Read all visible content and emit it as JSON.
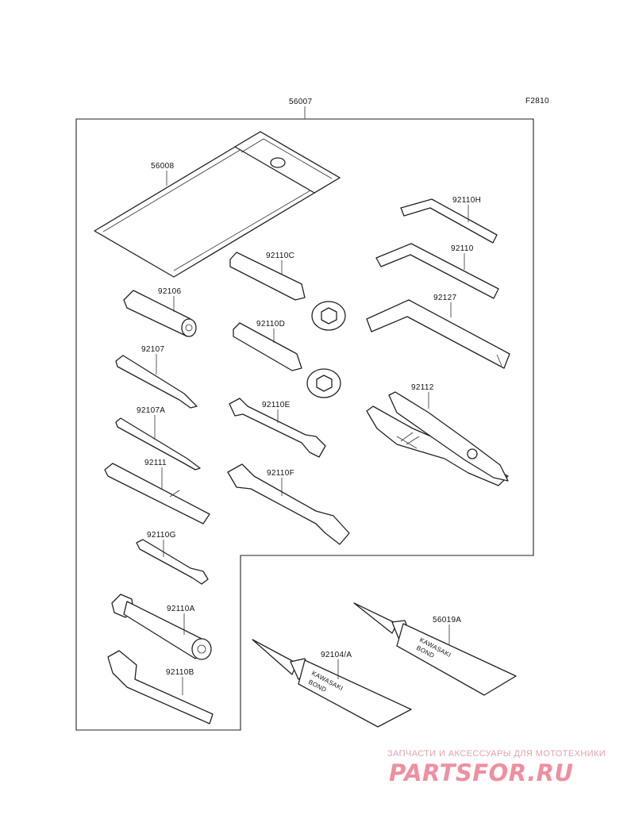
{
  "figure_code": "F2810",
  "parts": {
    "toolkit": "56007",
    "pouch": "56008",
    "hex_key_small": "92110H",
    "hex_key_medium": "92110",
    "hex_key_large": "92127",
    "box_wrench_c": "92110C",
    "box_wrench_d": "92110D",
    "open_wrench_e": "92110E",
    "open_wrench_f": "92110F",
    "pliers": "92112",
    "plug_wrench_handle": "92106",
    "screwdriver": "92107",
    "screwdriver_a": "92107A",
    "extension_bar": "92111",
    "small_wrench_g": "92110G",
    "spark_plug_wrench": "92110A",
    "hook_wrench": "92110B",
    "bond_tube_1": "92104/A",
    "bond_tube_2": "56019A"
  },
  "tube_text": {
    "line1": "KAWASAKI",
    "line2": "BOND"
  },
  "watermark": {
    "tagline": "ЗАПЧАСТИ И АКСЕССУАРЫ ДЛЯ МОТОТЕХНИКИ",
    "logo": "PARTSFOR.RU"
  }
}
